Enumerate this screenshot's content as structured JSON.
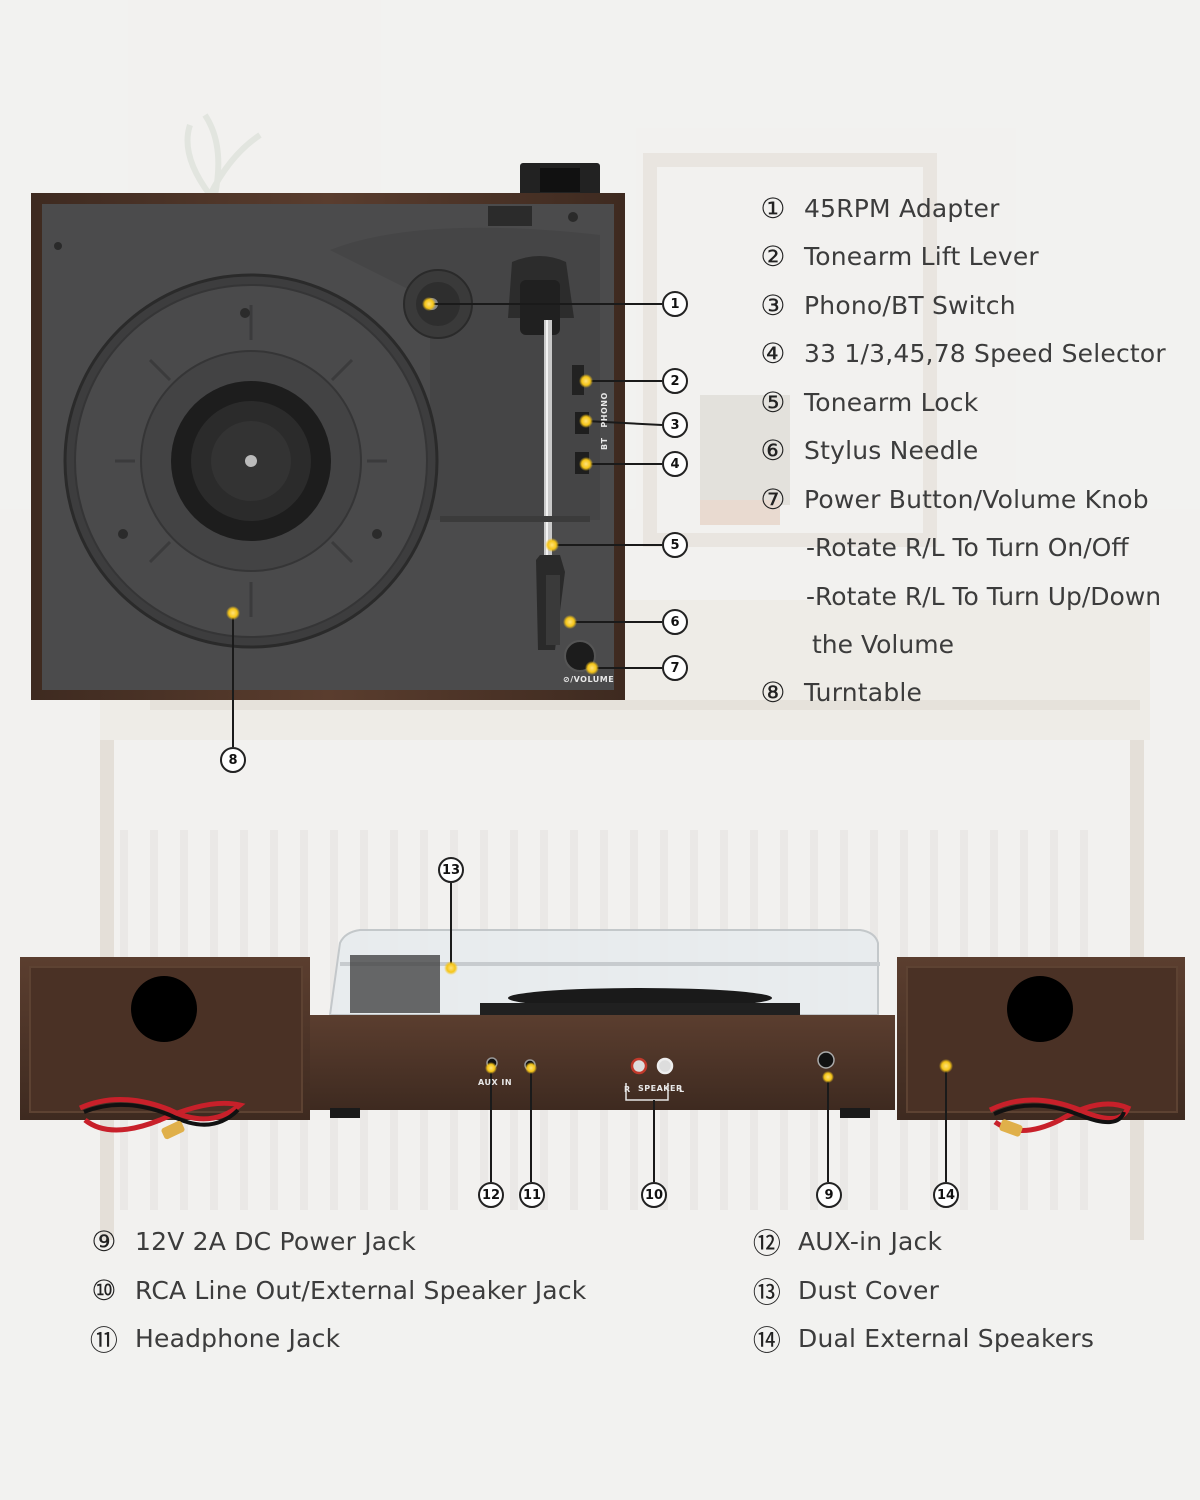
{
  "legend_top": [
    {
      "num": "①",
      "label": "45RPM Adapter"
    },
    {
      "num": "②",
      "label": "Tonearm Lift Lever"
    },
    {
      "num": "③",
      "label": "Phono/BT Switch"
    },
    {
      "num": "④",
      "label": "33 1/3,45,78 Speed Selector"
    },
    {
      "num": "⑤",
      "label": "Tonearm Lock"
    },
    {
      "num": "⑥",
      "label": "Stylus Needle"
    },
    {
      "num": "⑦",
      "label": "Power Button/Volume Knob"
    },
    {
      "num": "⑧",
      "label": "Turntable"
    }
  ],
  "knob_notes": [
    "-Rotate R/L To Turn On/Off",
    "-Rotate R/L To Turn Up/Down",
    "the Volume"
  ],
  "legend_bottom_left": [
    {
      "num": "⑨",
      "label": "12V 2A DC Power Jack"
    },
    {
      "num": "⑩",
      "label": "RCA Line Out/External Speaker Jack"
    },
    {
      "num": "⑪",
      "label": "Headphone Jack"
    }
  ],
  "legend_bottom_right": [
    {
      "num": "⑫",
      "label": "AUX-in Jack"
    },
    {
      "num": "⑬",
      "label": "Dust Cover"
    },
    {
      "num": "⑭",
      "label": "Dual External Speakers"
    }
  ],
  "callout_numbers": [
    "1",
    "2",
    "3",
    "4",
    "5",
    "6",
    "7",
    "8",
    "9",
    "10",
    "11",
    "12",
    "13",
    "14"
  ],
  "device_labels": {
    "phono": "PHONO",
    "bt": "BT",
    "volume": "⊘/VOLUME",
    "aux_in": "AUX IN",
    "speaker": "SPEAKER",
    "r": "R",
    "l": "L"
  },
  "colors": {
    "wood": "#4a3125",
    "plinth": "#4b4b4c",
    "marker": "#f5c518",
    "text": "#3c3c3c",
    "cable_red": "#c8202a"
  }
}
